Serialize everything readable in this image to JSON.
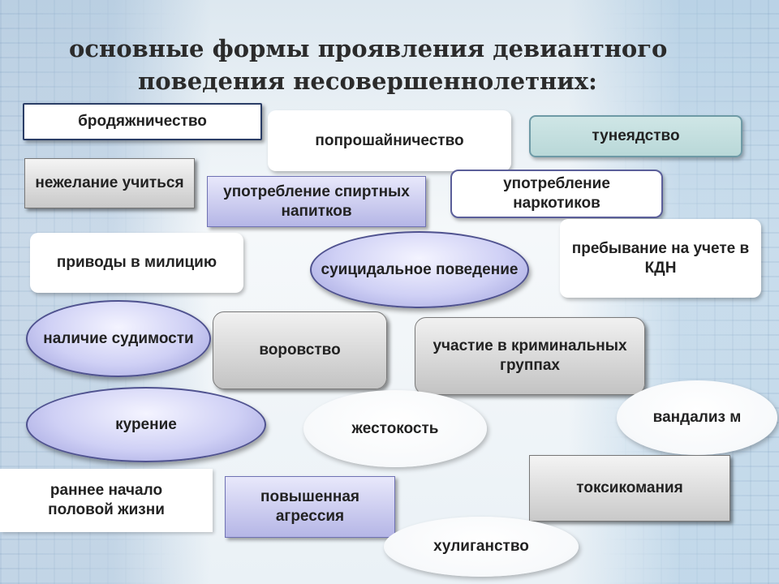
{
  "title": {
    "line1": "основные формы проявления девиантного",
    "line2": "поведения несовершеннолетних:"
  },
  "nodes": {
    "vagrancy": "бродяжничество",
    "begging": "попрошайничество",
    "parasitism": "тунеядство",
    "unwilling_study": "нежелание учиться",
    "alcohol": "употребление спиртных напитков",
    "drugs": "употребление наркотиков",
    "police": "приводы в милицию",
    "suicidal": "суицидальное поведение",
    "kdn": "пребывание на учете в КДН",
    "conviction": "наличие судимости",
    "theft": "воровство",
    "criminal_groups": "участие в криминальных группах",
    "smoking": "курение",
    "cruelty": "жестокость",
    "vandalism": "вандализ м",
    "early_sex": "раннее начало половой жизни",
    "aggression": "повышенная агрессия",
    "toxicomania": "токсикомания",
    "hooliganism": "хулиганство"
  }
}
